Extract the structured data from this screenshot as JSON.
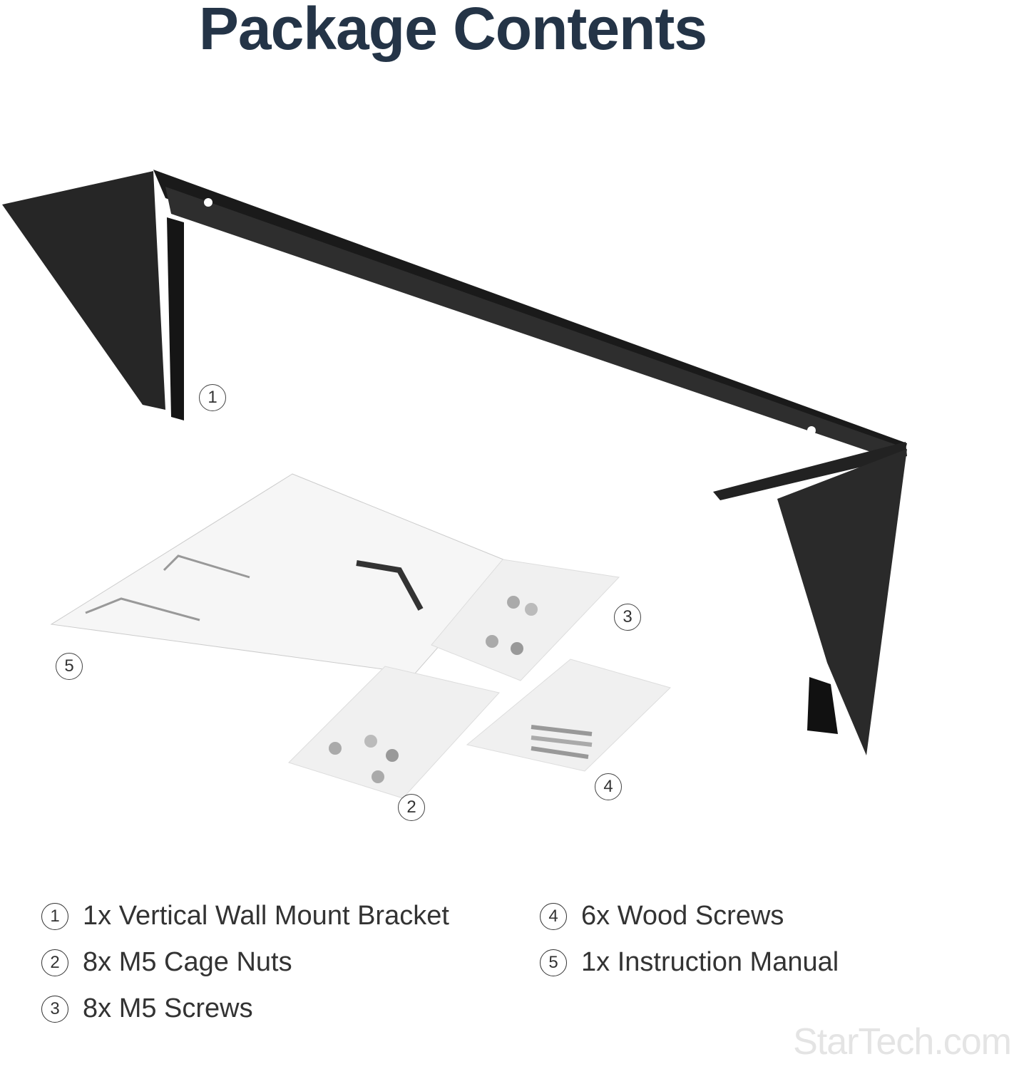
{
  "title": "Package Contents",
  "callouts": [
    "1",
    "2",
    "3",
    "4",
    "5"
  ],
  "legend": [
    {
      "num": "1",
      "text": "1x Vertical Wall Mount Bracket"
    },
    {
      "num": "2",
      "text": "8x M5 Cage Nuts"
    },
    {
      "num": "3",
      "text": "8x M5 Screws"
    },
    {
      "num": "4",
      "text": "6x Wood Screws"
    },
    {
      "num": "5",
      "text": "1x Instruction Manual"
    }
  ],
  "watermark": "StarTech.com",
  "colors": {
    "title": "#243447",
    "bracket": "#1c1c1c",
    "text": "#333333"
  }
}
